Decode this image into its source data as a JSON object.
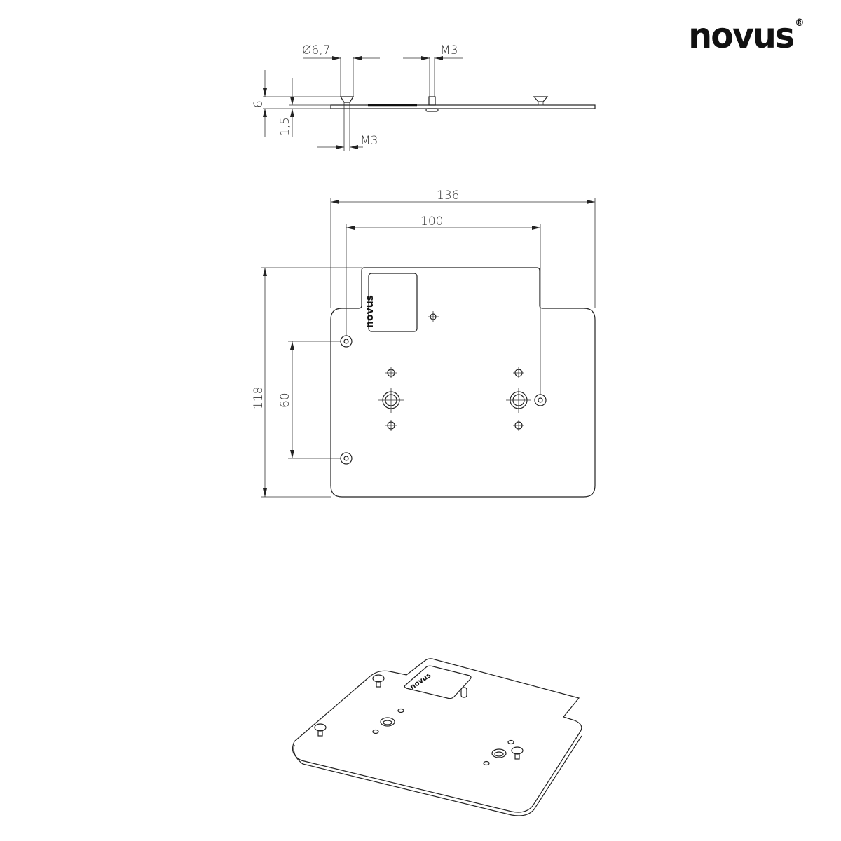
{
  "brand": {
    "logo_text": "novus",
    "registered_mark": "®"
  },
  "side_view": {
    "dims": {
      "diameter": "Ø6,7",
      "thread_top": "M3",
      "height": "6",
      "thickness": "1,5",
      "thread_bottom": "M3"
    }
  },
  "top_view": {
    "dims": {
      "width": "136",
      "hole_spacing_x": "100",
      "height": "118",
      "hole_spacing_y": "60"
    },
    "label_logo": "novus"
  },
  "iso_view": {
    "label_logo": "novus"
  }
}
